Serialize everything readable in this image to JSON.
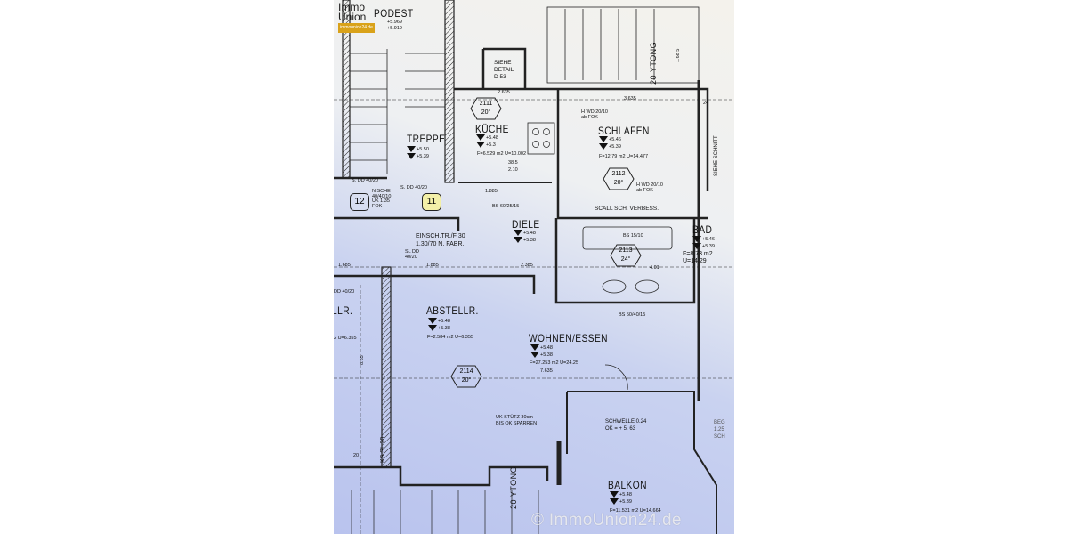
{
  "logo": {
    "line1": "Immo",
    "line2": "Union",
    "url": "immounion24.de"
  },
  "watermark": "© ImmoUnion24.de",
  "rooms": {
    "podest": {
      "label": "PODEST",
      "level_top": "+5.969",
      "level_bottom": "+5.919"
    },
    "treppe": {
      "label": "TREPPE",
      "level_top": "+5.50",
      "level_bottom": "+5.39"
    },
    "kueche": {
      "label": "KÜCHE",
      "level_top": "+5.48",
      "level_bottom": "+5.3",
      "area": "F=6.529 m2 U=10.002",
      "code": "2111",
      "temp": "20°"
    },
    "schlafen": {
      "label": "SCHLAFEN",
      "level_top": "+5.46",
      "level_bottom": "+5.39",
      "area": "F=12.79 m2 U=14.477",
      "code": "2112",
      "temp": "20°"
    },
    "diele": {
      "label": "DIELE",
      "level_top": "+5.48",
      "level_bottom": "+5.38"
    },
    "bad": {
      "label": "BAD",
      "level_top": "+5.46",
      "level_bottom": "+5.39",
      "area": "F=8.73 m2 U=14.29",
      "code": "2113",
      "temp": "24°"
    },
    "abstellr": {
      "label": "ABSTELLR.",
      "level_top": "+5.48",
      "level_bottom": "+5.38",
      "area": "F=2.584 m2 U=6.355"
    },
    "wohnen": {
      "label": "WOHNEN/ESSEN",
      "level_top": "+5.48",
      "level_bottom": "+5.38",
      "area": "F=27.253 m2 U=24.25",
      "dim": "7.635",
      "code": "2114",
      "temp": "20°"
    },
    "balkon": {
      "label": "BALKON",
      "level_top": "+5.48",
      "level_bottom": "+5.39",
      "area": "F=11.531 m2 U=14.664"
    },
    "left_partial": {
      "label": "LLR.",
      "area": "2 U=6.355"
    }
  },
  "annotations": {
    "siehe_detail": [
      "SIEHE",
      "DETAIL",
      "D 53"
    ],
    "ytong_top": "20 YTONG",
    "ytong_bottom": "20 YTONG",
    "siehe_schnitt": "SIEHE SCHNITT",
    "hwd_1": [
      "H WD 20/10",
      "ab FOK"
    ],
    "hwd_2": [
      "H WD 20/10",
      "ab FOK"
    ],
    "scall": "SCALL SCH. VERBESS.",
    "einsch": [
      "EINSCH.TR./F 30",
      "1.30/70 N. FABR."
    ],
    "sl_dd": [
      "SL DD",
      "40/20"
    ],
    "nische": [
      "NISCHE",
      "40/40/10",
      "UK 1.35",
      "FOK"
    ],
    "s_dd_1": "S. DD 40/20",
    "s_dd_2": "S. DD 40/20",
    "bs_15": "BS 15/10",
    "bs_60": "BS 60/25/15",
    "bs_50": "BS 50/40/15",
    "uk_stuetz": [
      "UK STÜTZ 30cm",
      "BIS OK SPARREN"
    ],
    "schwelle": [
      "SCHWELLE  0.24",
      "OK = + 5. 63"
    ],
    "ks_sl": "KS SL 20",
    "beg": [
      "BEG",
      "1.25",
      "SCH"
    ],
    "dd_left": "DD 40/20",
    "badge_12": "12",
    "badge_11": "11",
    "dims": [
      "2.635",
      "3.635",
      "1.885",
      "1.885",
      "2.385",
      "1.685",
      "8.85",
      "1.68 5",
      "20",
      "24",
      "2.10",
      "38.5",
      "4.01"
    ]
  }
}
